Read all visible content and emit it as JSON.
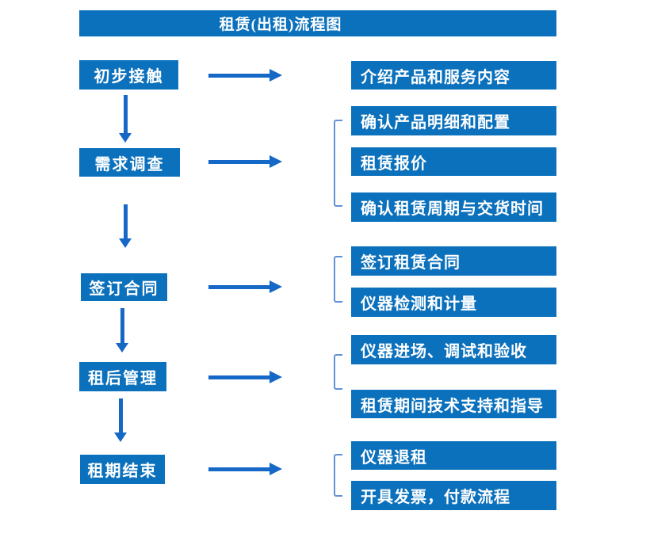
{
  "title": "租赁(出租)流程图",
  "colors": {
    "box": "#0c71bc",
    "arrow": "#1568c6",
    "bracket": "#6191d6",
    "text": "#ffffff",
    "background": "#ffffff"
  },
  "steps": [
    {
      "label": "初步接触",
      "outputs": [
        "介绍产品和服务内容"
      ]
    },
    {
      "label": "需求调查",
      "outputs": [
        "确认产品明细和配置",
        "租赁报价",
        "确认租赁周期与交货时间"
      ]
    },
    {
      "label": "签订合同",
      "outputs": [
        "签订租赁合同",
        "仪器检测和计量"
      ]
    },
    {
      "label": "租后管理",
      "outputs": [
        "仪器进场、调试和验收",
        "租赁期间技术支持和指导"
      ]
    },
    {
      "label": "租期结束",
      "outputs": [
        "仪器退租",
        "开具发票，付款流程"
      ]
    }
  ]
}
